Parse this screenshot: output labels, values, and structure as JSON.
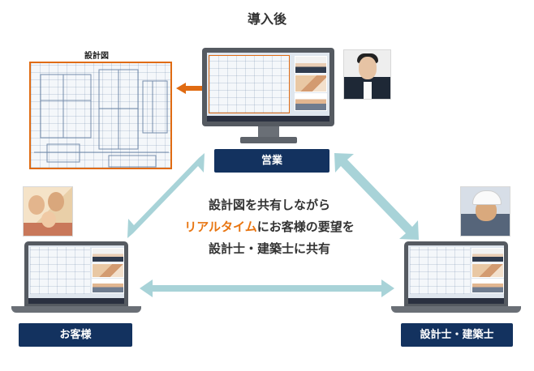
{
  "title": "導入後",
  "blueprint_label": "設計図",
  "center_message": {
    "line1": "設計図を共有しながら",
    "line2_highlight": "リアルタイム",
    "line2_rest": "にお客様の要望を",
    "line3": "設計士・建築士に共有"
  },
  "nodes": {
    "sales": {
      "label": "営業"
    },
    "client": {
      "label": "お客様"
    },
    "architect": {
      "label": "設計士・建築士"
    }
  },
  "colors": {
    "navy": "#13325f",
    "orange": "#e87511",
    "arrow": "#a8d3d8"
  }
}
